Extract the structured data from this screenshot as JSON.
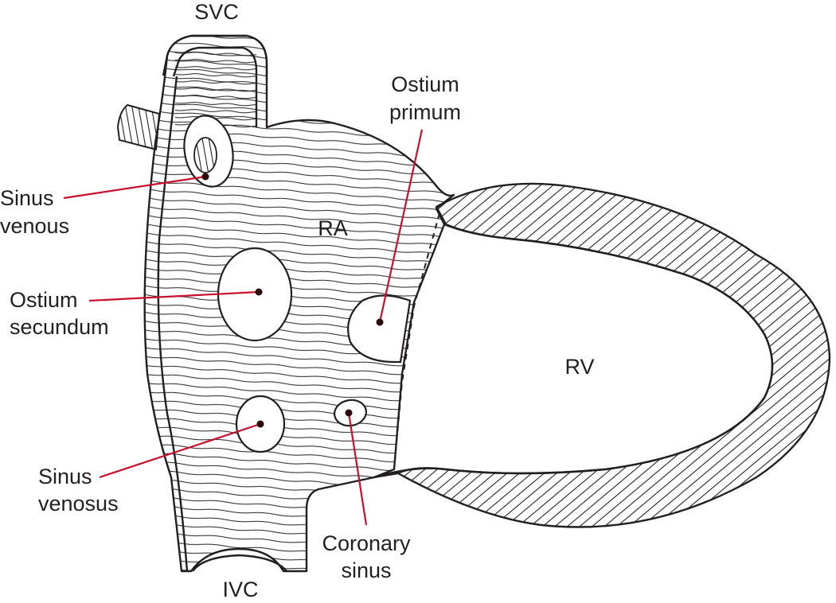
{
  "diagram": {
    "labels": {
      "svc": "SVC",
      "ivc": "IVC",
      "ra": "RA",
      "rv": "RV",
      "ostium_primum": [
        "Ostium",
        "primum"
      ],
      "sinus_venous_upper": [
        "Sinus",
        "venous"
      ],
      "ostium_secundum": [
        "Ostium",
        "secundum"
      ],
      "sinus_venosus_lower": [
        "Sinus",
        "venosus"
      ],
      "coronary_sinus": [
        "Coronary",
        "sinus"
      ]
    },
    "colors": {
      "line": "#231f20",
      "leader": "#c8102e",
      "dot": "#2a0a0a",
      "background": "#ffffff"
    }
  }
}
